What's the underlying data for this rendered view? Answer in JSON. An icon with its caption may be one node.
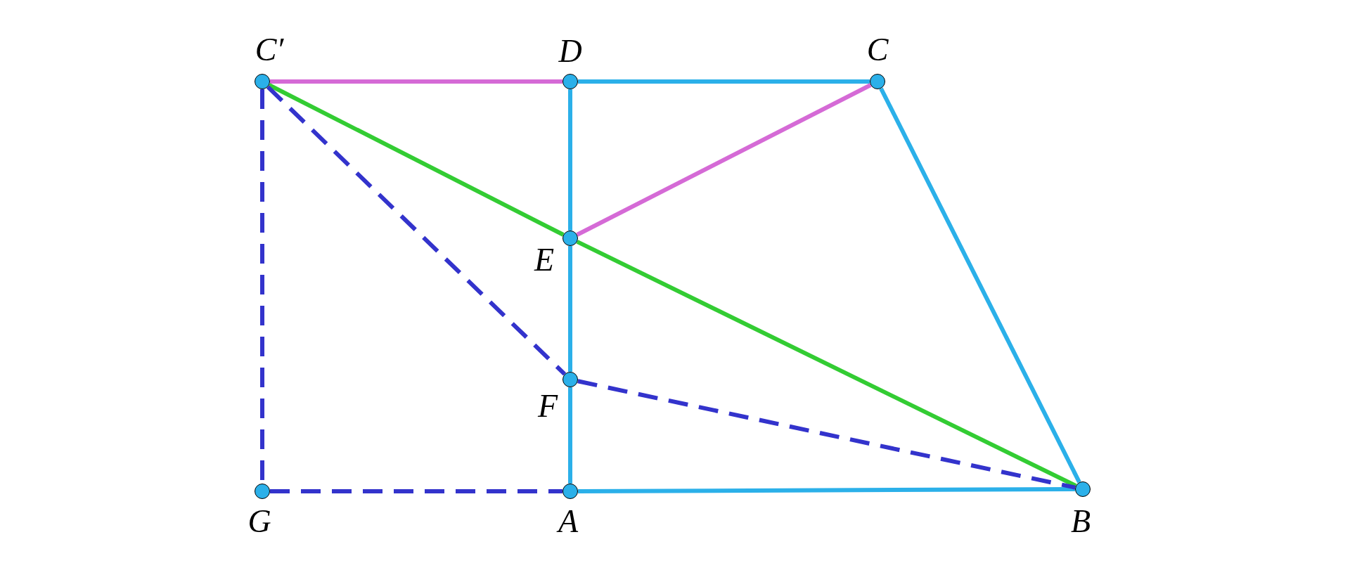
{
  "diagram": {
    "nodes": [
      {
        "text": [],
        "shape": "circle",
        "beside": [
          "C′"
        ]
      },
      {
        "text": [],
        "shape": "circle",
        "beside": [
          "D"
        ]
      },
      {
        "text": [],
        "shape": "circle",
        "beside": [
          "C"
        ]
      },
      {
        "text": [],
        "shape": "circle",
        "beside": [
          "E"
        ]
      },
      {
        "text": [],
        "shape": "circle",
        "beside": [
          "F"
        ]
      },
      {
        "text": [],
        "shape": "circle",
        "beside": [
          "G"
        ]
      },
      {
        "text": [],
        "shape": "circle",
        "beside": [
          "A"
        ]
      },
      {
        "text": [],
        "shape": "circle",
        "beside": [
          "B"
        ]
      }
    ],
    "edges": [
      {
        "from": 0,
        "to": 1,
        "arrow": "none",
        "color": "#d56ad6"
      },
      {
        "from": 1,
        "to": 2,
        "arrow": "none"
      },
      {
        "from": 3,
        "to": 2,
        "arrow": "none",
        "color": "#d56ad6"
      },
      {
        "from": 2,
        "to": 7,
        "arrow": "none"
      },
      {
        "from": 1,
        "to": 3,
        "arrow": "none"
      },
      {
        "from": 3,
        "to": 4,
        "arrow": "none"
      },
      {
        "from": 4,
        "to": 6,
        "arrow": "none"
      },
      {
        "from": 6,
        "to": 7,
        "arrow": "none"
      },
      {
        "from": 0,
        "to": 3,
        "arrow": "none",
        "color": "#33cc33"
      },
      {
        "from": 3,
        "to": 7,
        "arrow": "none",
        "color": "#33cc33"
      },
      {
        "from": 0,
        "to": 5,
        "arrow": "none",
        "style": "dashed",
        "color": "#3333cc"
      },
      {
        "from": 5,
        "to": 6,
        "arrow": "none",
        "style": "dashed",
        "color": "#3333cc"
      },
      {
        "from": 0,
        "to": 4,
        "arrow": "none",
        "style": "dashed",
        "color": "#3333cc"
      },
      {
        "from": 4,
        "to": 7,
        "arrow": "none",
        "style": "dashed",
        "color": "#3333cc"
      }
    ]
  }
}
